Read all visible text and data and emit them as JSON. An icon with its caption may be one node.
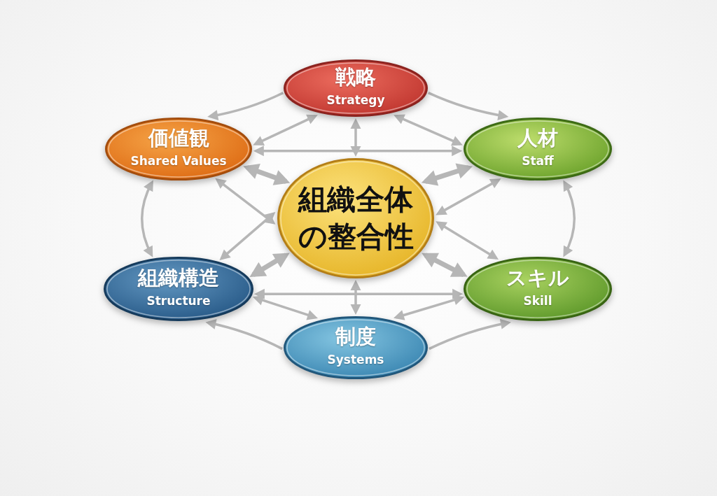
{
  "diagram": {
    "nodes": [
      {
        "text": [
          "戦略",
          "Strategy"
        ]
      },
      {
        "text": [
          "価値観",
          "Shared Values"
        ]
      },
      {
        "text": [
          "人材",
          "Staff"
        ]
      },
      {
        "text": [
          "組織全体の整合性"
        ]
      },
      {
        "text": [
          "組織構造",
          "Structure"
        ]
      },
      {
        "text": [
          "スキル",
          "Skill"
        ]
      },
      {
        "text": [
          "制度",
          "Systems"
        ]
      }
    ],
    "edges": [
      {
        "from": 0,
        "to": 1,
        "arrow": "to"
      },
      {
        "from": 0,
        "to": 2,
        "arrow": "to"
      },
      {
        "from": 0,
        "to": 1,
        "arrow": "both"
      },
      {
        "from": 0,
        "to": 2,
        "arrow": "both"
      },
      {
        "from": 0,
        "to": 3,
        "arrow": "both"
      },
      {
        "from": 1,
        "to": 2,
        "arrow": "both"
      },
      {
        "from": 1,
        "to": 3,
        "arrow": "both",
        "style": "thick"
      },
      {
        "from": 2,
        "to": 3,
        "arrow": "both",
        "style": "thick"
      },
      {
        "from": 1,
        "to": 3,
        "arrow": "both"
      },
      {
        "from": 2,
        "to": 3,
        "arrow": "both"
      },
      {
        "from": 1,
        "to": 4,
        "arrow": "both"
      },
      {
        "from": 2,
        "to": 5,
        "arrow": "both"
      },
      {
        "from": 4,
        "to": 3,
        "arrow": "both"
      },
      {
        "from": 5,
        "to": 3,
        "arrow": "both"
      },
      {
        "from": 4,
        "to": 3,
        "arrow": "both",
        "style": "thick"
      },
      {
        "from": 5,
        "to": 3,
        "arrow": "both",
        "style": "thick"
      },
      {
        "from": 4,
        "to": 5,
        "arrow": "both"
      },
      {
        "from": 4,
        "to": 6,
        "arrow": "both"
      },
      {
        "from": 5,
        "to": 6,
        "arrow": "both"
      },
      {
        "from": 3,
        "to": 6,
        "arrow": "both"
      },
      {
        "from": 6,
        "to": 4,
        "arrow": "to"
      },
      {
        "from": 6,
        "to": 5,
        "arrow": "to"
      }
    ]
  }
}
